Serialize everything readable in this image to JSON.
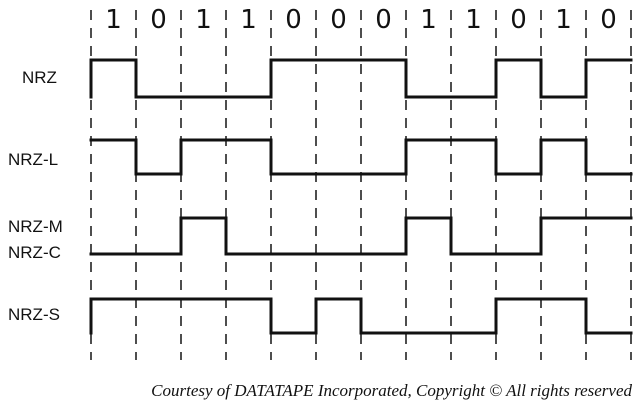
{
  "bits": [
    "1",
    "0",
    "1",
    "1",
    "0",
    "0",
    "0",
    "1",
    "1",
    "0",
    "1",
    "0"
  ],
  "rows": [
    {
      "id": "nrz",
      "labels": [
        "NRZ"
      ],
      "start_level": 0,
      "levels": [
        1,
        0,
        0,
        0,
        1,
        1,
        1,
        0,
        0,
        1,
        0,
        1
      ]
    },
    {
      "id": "nrz-l",
      "labels": [
        "NRZ-L"
      ],
      "start_level": 1,
      "levels": [
        1,
        0,
        1,
        1,
        0,
        0,
        0,
        1,
        1,
        0,
        1,
        0
      ]
    },
    {
      "id": "nrz-m",
      "labels": [
        "NRZ-M",
        "NRZ-C"
      ],
      "start_level": 0,
      "levels": [
        0,
        0,
        1,
        0,
        0,
        0,
        0,
        1,
        0,
        0,
        1,
        1
      ]
    },
    {
      "id": "nrz-s",
      "labels": [
        "NRZ-S"
      ],
      "start_level": 0,
      "levels": [
        1,
        1,
        1,
        1,
        0,
        1,
        0,
        0,
        0,
        1,
        1,
        0
      ]
    }
  ],
  "credit": "Courtesy of DATATAPE Incorporated, Copyright ©  All rights reserved"
}
